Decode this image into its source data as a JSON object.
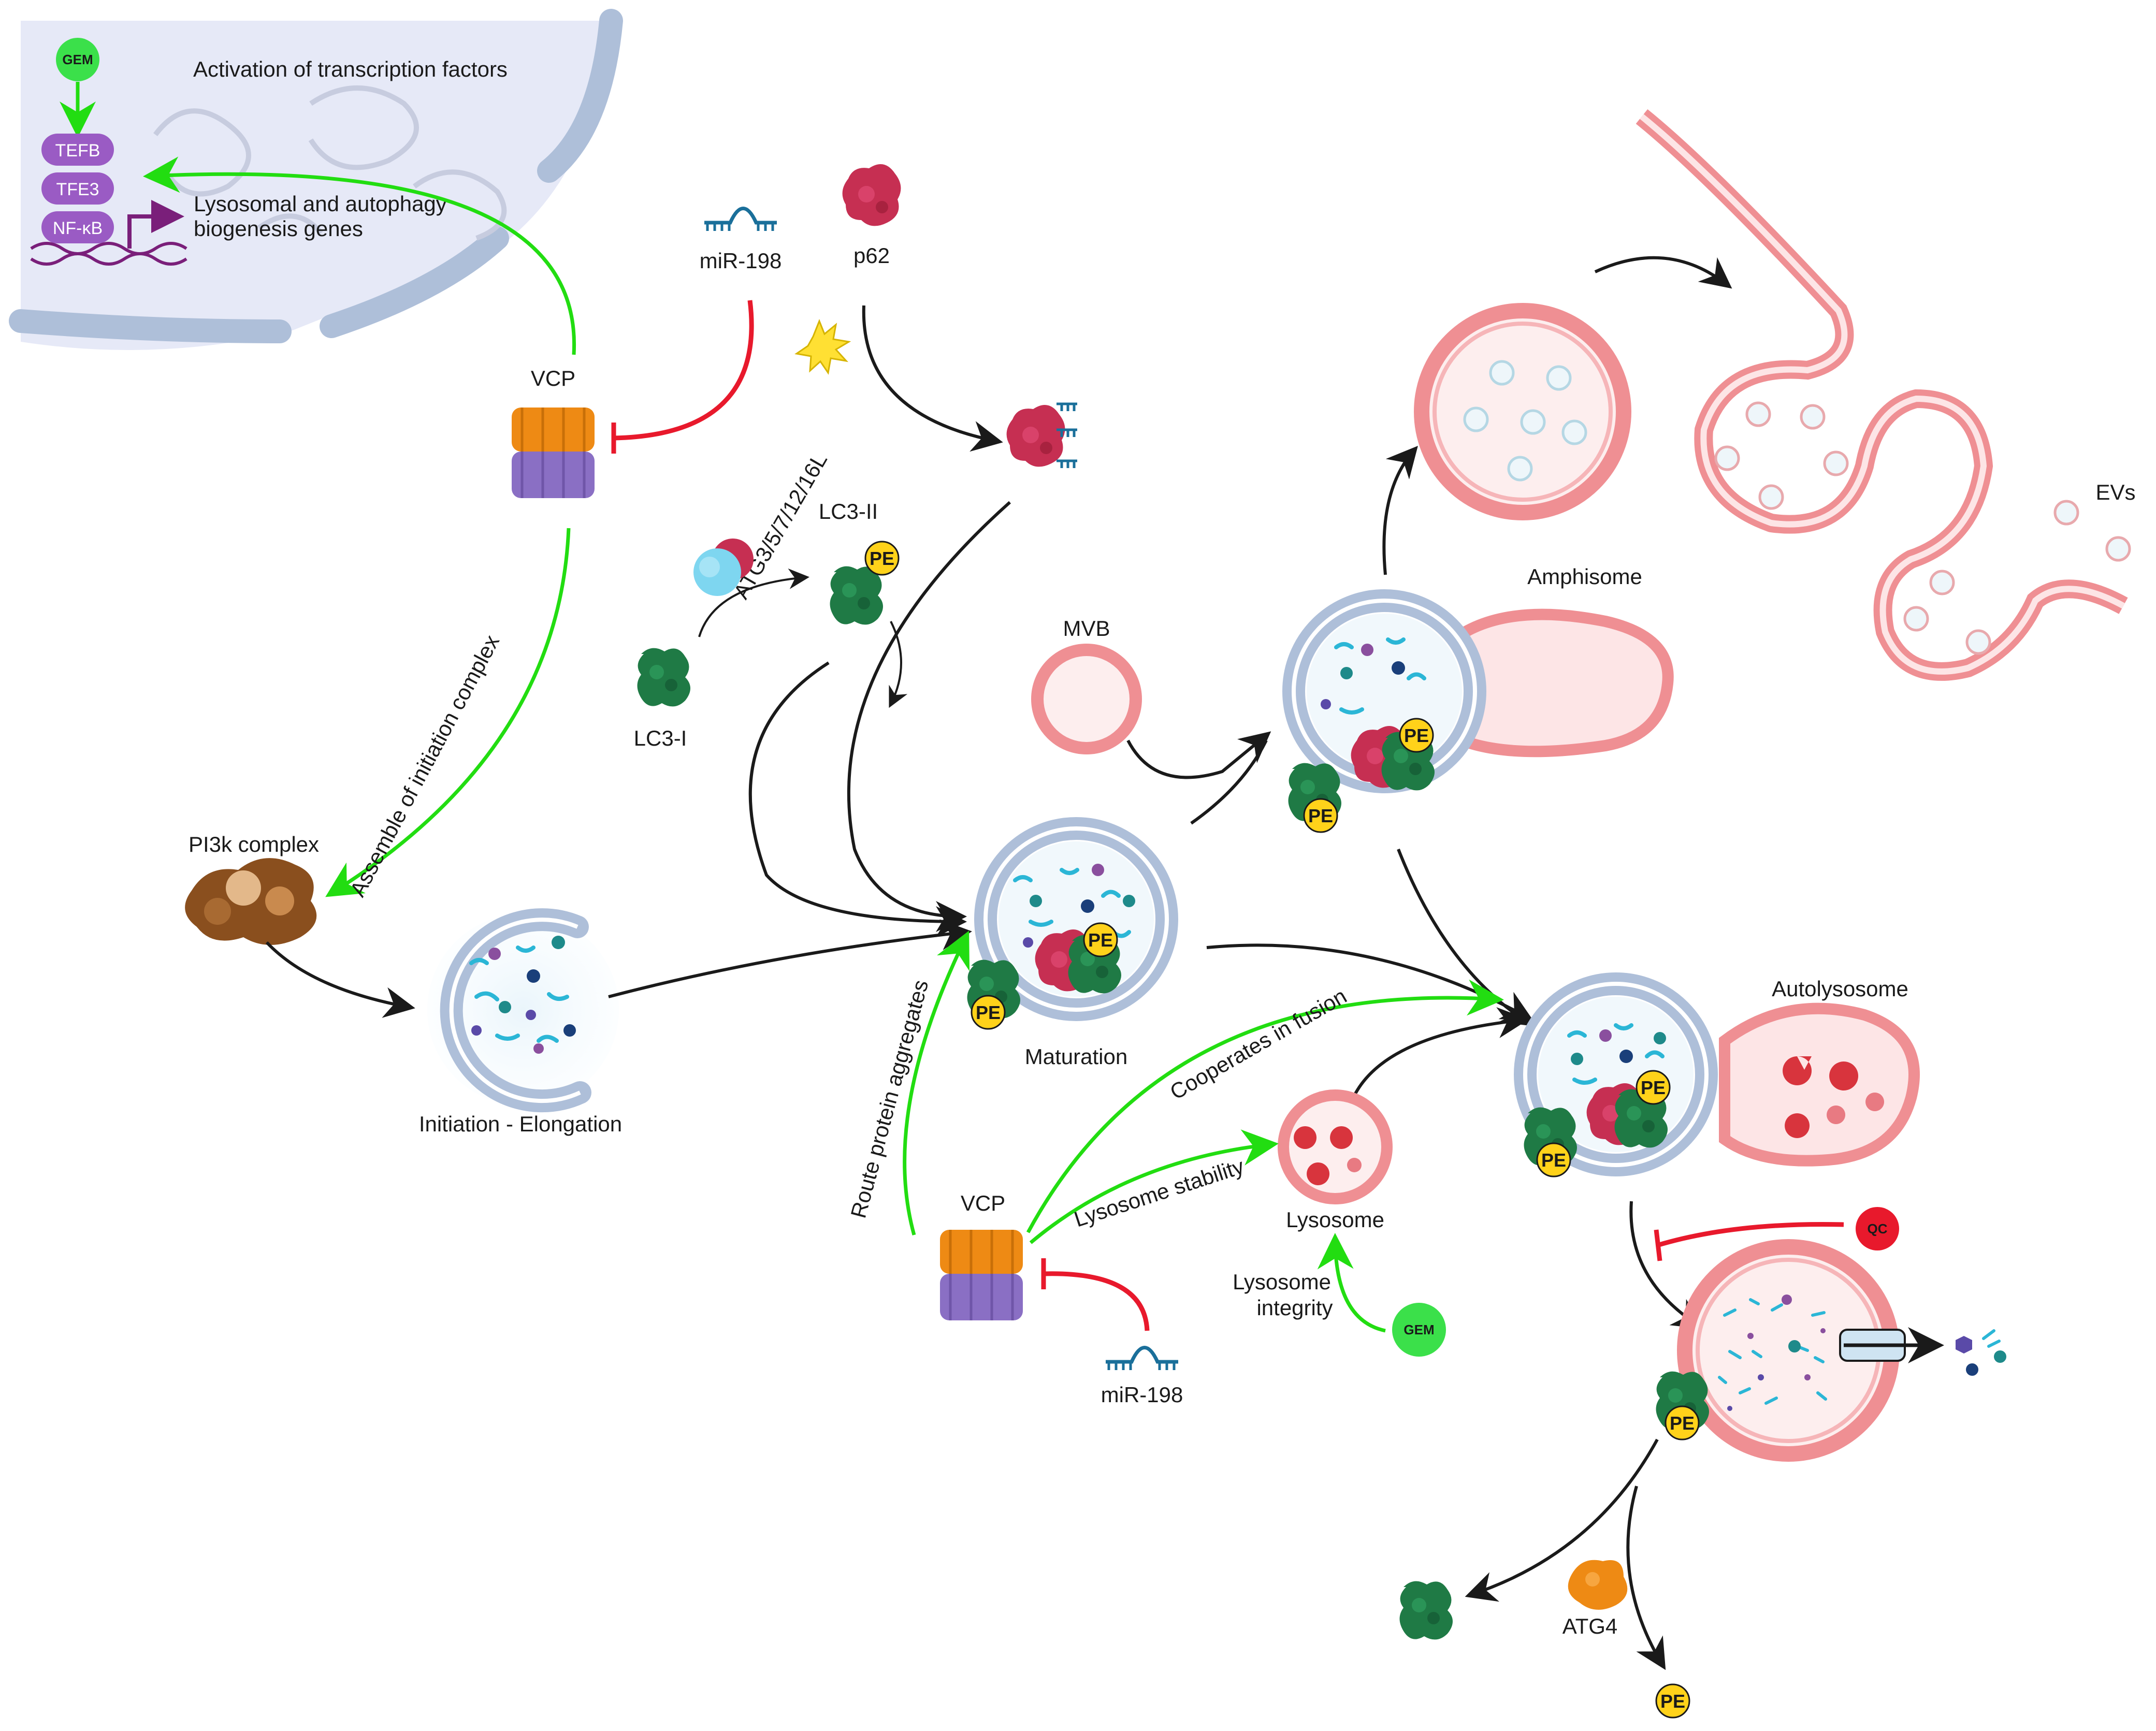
{
  "nucleus": {
    "title": "Activation of transcription factors",
    "gem": "GEM",
    "factors": [
      "TEFB",
      "TFE3",
      "NF-κB"
    ],
    "genes_line1": "Lysosomal and autophagy",
    "genes_line2": "biogenesis genes"
  },
  "labels": {
    "vcp_top": "VCP",
    "vcp_bottom": "VCP",
    "mir_top": "miR-198",
    "mir_bottom": "miR-198",
    "p62": "p62",
    "atg": "ATG3/5/7/12/16L",
    "lc3_ii": "LC3-II",
    "lc3_i": "LC3-I",
    "pi3k": "PI3k complex",
    "initiation": "Initiation - Elongation",
    "maturation": "Maturation",
    "mvb": "MVB",
    "amphisome": "Amphisome",
    "evs": "EVs",
    "autolysosome": "Autolysosome",
    "lysosome": "Lysosome",
    "lysosome_integrity_1": "Lysosome",
    "lysosome_integrity_2": "integrity",
    "gem_bottom": "GEM",
    "qc": "QC",
    "atg4": "ATG4",
    "pe": "PE"
  },
  "arrows": {
    "assemble": "Assemble of initiation complex",
    "route": "Route protein aggregates",
    "cooperates": "Cooperates in fusion",
    "stability": "Lysosome stability"
  },
  "colors": {
    "activation": "#22dd11",
    "inhibition": "#e8192c",
    "flow": "#1a1a1a",
    "membrane_blue": "#aebfd9",
    "membrane_red": "#ef8f93",
    "vcp_orange": "#ee8a14",
    "vcp_purple": "#8a6fc4",
    "lc3_green": "#1f7a45",
    "p62_red": "#c62f52",
    "pe_yellow": "#ffd21a"
  }
}
